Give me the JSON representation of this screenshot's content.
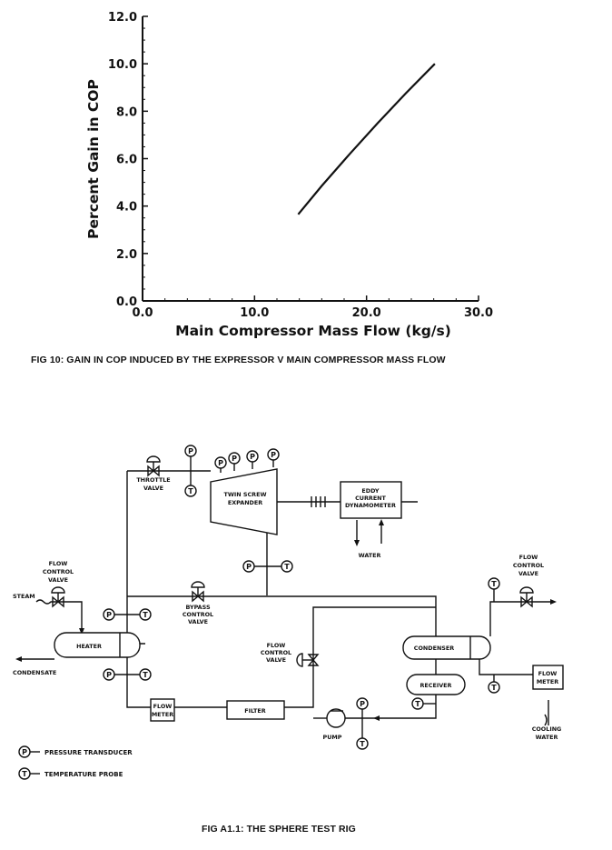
{
  "chart_data": {
    "type": "line",
    "title": "",
    "xlabel": "Main Compressor Mass Flow (kg/s)",
    "ylabel": "Percent Gain in COP",
    "xlim": [
      0,
      30
    ],
    "ylim": [
      0,
      12
    ],
    "x_ticks": [
      "0.0",
      "10.0",
      "20.0",
      "30.0"
    ],
    "y_ticks": [
      "0.0",
      "2.0",
      "4.0",
      "6.0",
      "8.0",
      "10.0",
      "12.0"
    ],
    "grid": false,
    "series": [
      {
        "x": [
          13.9,
          16.0,
          18.5,
          21.0,
          23.5,
          26.1
        ],
        "y": [
          3.65,
          4.85,
          6.2,
          7.5,
          8.75,
          10.0
        ]
      }
    ]
  },
  "fig10_caption": "FIG 10: GAIN IN COP INDUCED BY THE EXPRESSOR V MAIN COMPRESSOR MASS FLOW",
  "figa11_caption": "FIG A1.1: THE SPHERE TEST RIG",
  "diagram": {
    "throttle_valve": [
      "THROTTLE",
      "VALVE"
    ],
    "expander": [
      "TWIN SCREW",
      "EXPANDER"
    ],
    "dynamometer": [
      "EDDY",
      "CURRENT",
      "DYNAMOMETER"
    ],
    "water": "WATER",
    "flow_control_valve_left": [
      "FLOW",
      "CONTROL",
      "VALVE"
    ],
    "steam": "STEAM",
    "heater": "HEATER",
    "condensate": "CONDENSATE",
    "bypass_valve": [
      "BYPASS",
      "CONTROL",
      "VALVE"
    ],
    "flow_control_valve_mid": [
      "FLOW",
      "CONTROL",
      "VALVE"
    ],
    "flow_control_valve_right": [
      "FLOW",
      "CONTROL",
      "VALVE"
    ],
    "condenser": "CONDENSER",
    "receiver": "RECEIVER",
    "flow_meter_left": [
      "FLOW",
      "METER"
    ],
    "flow_meter_right": [
      "FLOW",
      "METER"
    ],
    "filter": "FILTER",
    "pump": "PUMP",
    "cooling_water": [
      "COOLING",
      "WATER"
    ],
    "pressure_symbol": "P",
    "temperature_symbol": "T",
    "legend_pressure": "PRESSURE TRANSDUCER",
    "legend_temperature": "TEMPERATURE PROBE"
  }
}
